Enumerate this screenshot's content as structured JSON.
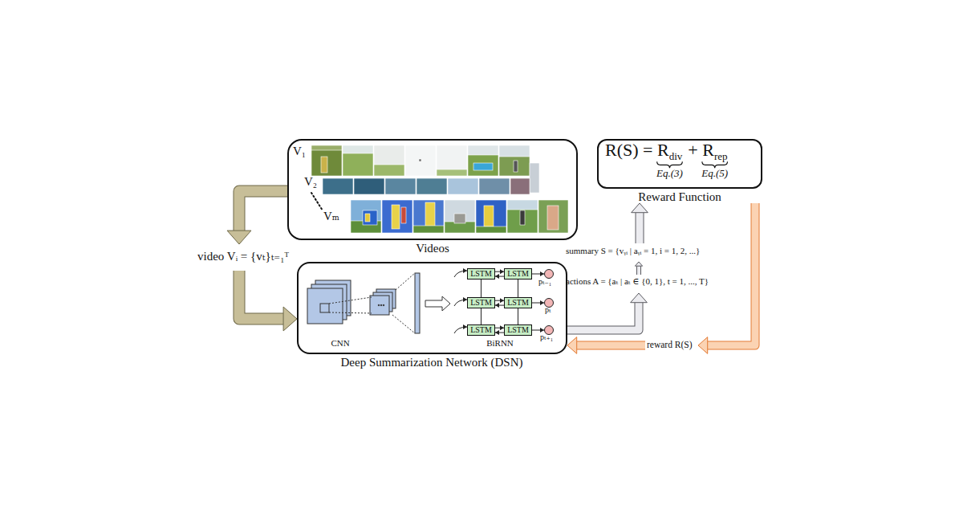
{
  "diagram": {
    "nodes": [
      {
        "text": [
          "Videos"
        ]
      },
      {
        "text": [
          "R(S) = R",
          "div",
          "+ R",
          "rep",
          "Eq.(3)",
          "Eq.(5)",
          "Reward Function"
        ]
      },
      {
        "text": [
          "CNN",
          "BiRNN",
          "Deep Summarization Network (DSN)"
        ]
      },
      {
        "text": [
          "LSTM"
        ],
        "in": 2
      },
      {
        "text": [
          "LSTM"
        ],
        "in": 2
      },
      {
        "text": [
          "LSTM"
        ],
        "in": 2
      },
      {
        "text": [
          "LSTM"
        ],
        "in": 2
      },
      {
        "text": [
          "LSTM"
        ],
        "in": 2
      },
      {
        "text": [
          "LSTM"
        ],
        "in": 2
      }
    ],
    "edges": [
      {
        "from": 0,
        "to": 2,
        "arrow": "to",
        "label": "video Vᵢ = {vₜ}ₜ₌₁ᵀ"
      },
      {
        "from": 2,
        "to": 1,
        "arrow": "to",
        "label": "summary S = {vᵧᵢ | aᵧᵢ = 1, i = 1, 2, ...}"
      },
      {
        "from": 1,
        "to": 2,
        "arrow": "to",
        "label": "reward R(S)"
      },
      {
        "from": 3,
        "to": 4,
        "arrow": "to"
      },
      {
        "from": 4,
        "to": 3,
        "arrow": "to"
      },
      {
        "from": 5,
        "to": 6,
        "arrow": "to"
      },
      {
        "from": 6,
        "to": 5,
        "arrow": "to"
      },
      {
        "from": 7,
        "to": 8,
        "arrow": "to"
      },
      {
        "from": 8,
        "to": 7,
        "arrow": "to"
      },
      {
        "from": 3,
        "to": 5,
        "arrow": "none"
      },
      {
        "from": 5,
        "to": 7,
        "arrow": "none"
      },
      {
        "from": 4,
        "to": 6,
        "arrow": "none"
      },
      {
        "from": 6,
        "to": 8,
        "arrow": "none"
      }
    ],
    "labels": [
      "V₁",
      "V₂",
      "Vₘ",
      "pₜ₋₁",
      "pₜ",
      "pₜ₊₁",
      "actions A = {aₜ | aₜ ∈ {0, 1}, t = 1, ..., T}"
    ]
  }
}
